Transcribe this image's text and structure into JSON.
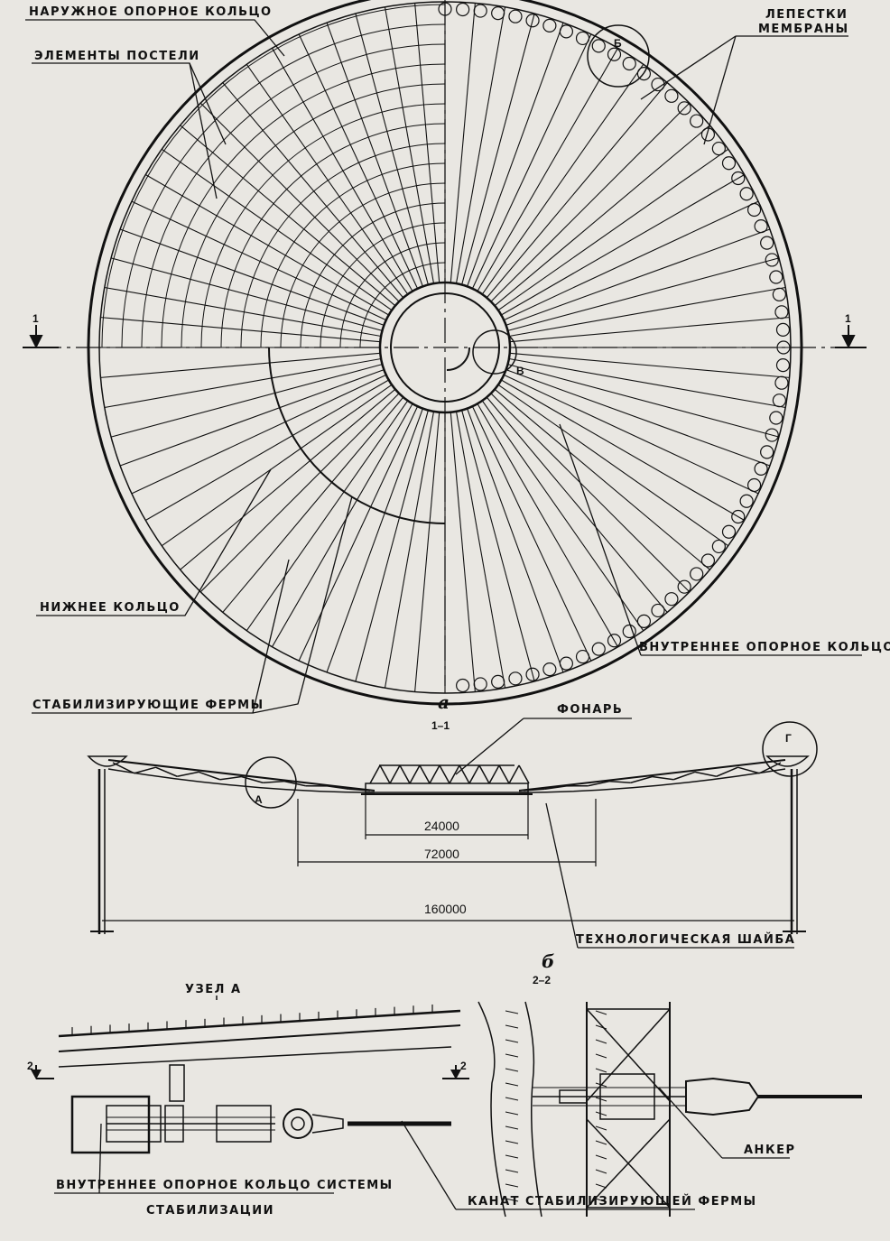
{
  "labels": {
    "outer_ring": "НАРУЖНОЕ ОПОРНОЕ КОЛЬЦО",
    "bed_elements": "ЭЛЕМЕНТЫ ПОСТЕЛИ",
    "membrane_petals_1": "ЛЕПЕСТКИ",
    "membrane_petals_2": "МЕМБРАНЫ",
    "lower_ring": "НИЖНЕЕ КОЛЬЦО",
    "inner_ring": "ВНУТРЕННЕЕ ОПОРНОЕ КОЛЬЦО",
    "stabilizing_trusses": "СТАБИЛИЗИРУЮЩИЕ ФЕРМЫ",
    "lantern": "ФОНАРЬ",
    "tech_washer": "ТЕХНОЛОГИЧЕСКАЯ ШАЙБА",
    "node_a": "УЗЕЛ А",
    "anchor": "АНКЕР",
    "inner_ring_system_1": "ВНУТРЕННЕЕ ОПОРНОЕ КОЛЬЦО СИСТЕМЫ",
    "inner_ring_system_2": "СТАБИЛИЗАЦИИ",
    "truss_cable": "КАНАТ СТАБИЛИЗИРУЮЩЕЙ ФЕРМЫ"
  },
  "markers": {
    "b_top": "Б",
    "v": "В",
    "a_letter": "а",
    "b_letter": "б",
    "node_a_mark": "А",
    "node_g_mark": "Г",
    "sec11_left": "1",
    "sec11_right": "1",
    "sec11_title": "1–1",
    "sec22_title": "2–2",
    "sec22_left": "2",
    "sec22_right": "2"
  },
  "dimensions": {
    "d1": "24000",
    "d2": "72000",
    "d3": "160000"
  }
}
